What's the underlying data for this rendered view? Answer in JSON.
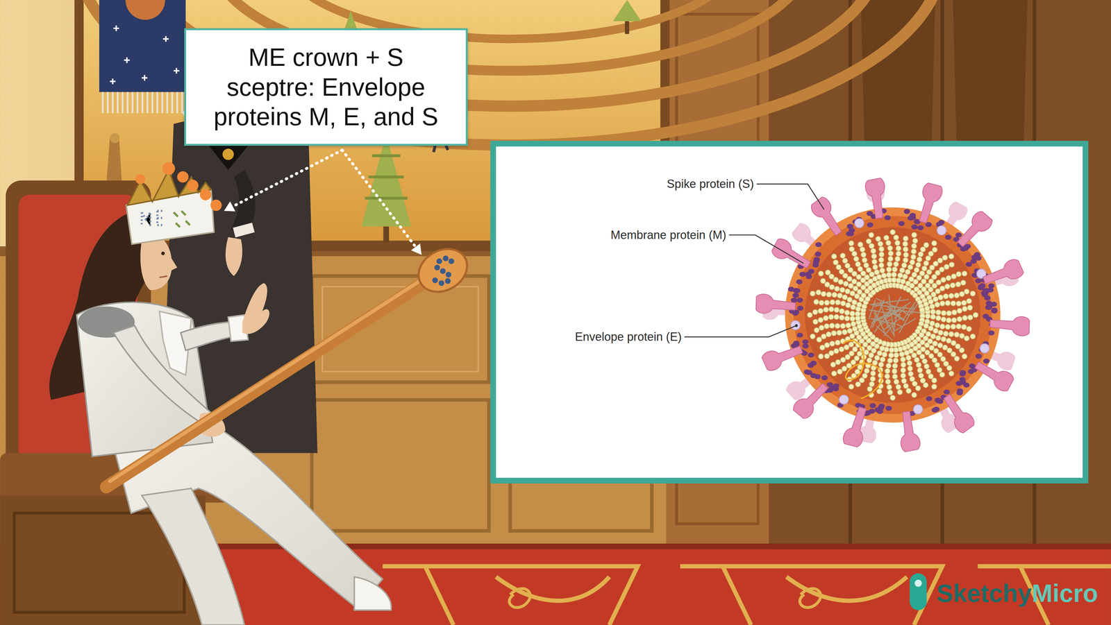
{
  "diagram": {
    "nodes": [
      {
        "text": [
          "ME crown + S sceptre: Envelope proteins M, E, and S"
        ]
      }
    ],
    "labels": [
      "Spike protein (S)",
      "Membrane protein (M)",
      "Envelope protein (E)",
      "SketchyMicro"
    ]
  }
}
